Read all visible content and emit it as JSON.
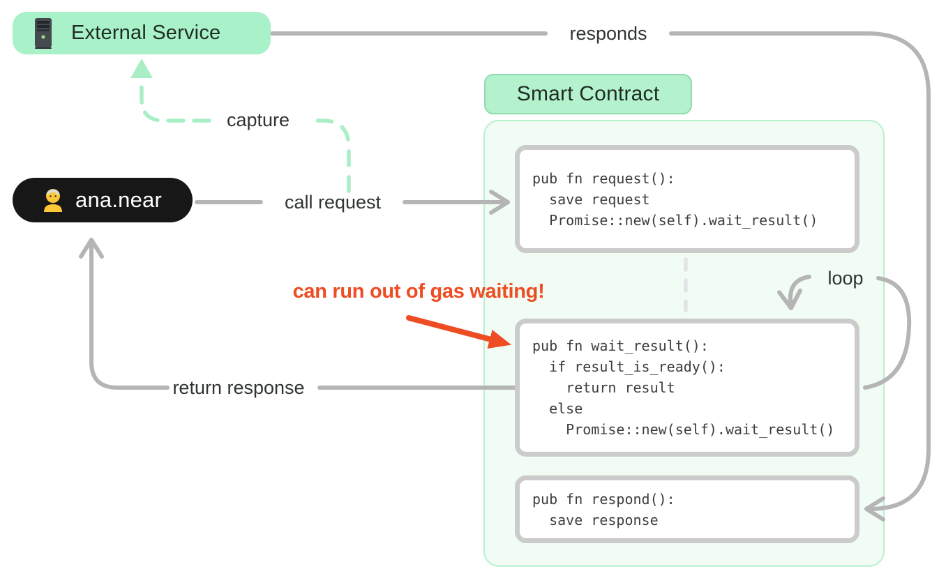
{
  "nodes": {
    "external_service": {
      "label": "External Service",
      "icon": "server-icon"
    },
    "user": {
      "label": "ana.near",
      "icon": "person-icon"
    },
    "smart_contract": {
      "label": "Smart Contract"
    }
  },
  "edges": {
    "responds": {
      "label": "responds"
    },
    "capture": {
      "label": "capture"
    },
    "call_request": {
      "label": "call request"
    },
    "return_response": {
      "label": "return response"
    },
    "loop": {
      "label": "loop"
    }
  },
  "annotations": {
    "gas_warning": {
      "label": "can run out of gas waiting!",
      "color": "#ee4c22"
    }
  },
  "code_blocks": [
    {
      "name": "request",
      "lines": [
        "pub fn request():",
        "  save request",
        "  Promise::new(self).wait_result()"
      ]
    },
    {
      "name": "wait_result",
      "lines": [
        "pub fn wait_result():",
        "  if result_is_ready():",
        "    return result",
        "  else",
        "    Promise::new(self).wait_result()"
      ]
    },
    {
      "name": "respond",
      "lines": [
        "pub fn respond():",
        "  save response"
      ]
    }
  ],
  "colors": {
    "node_green": "#a9f1c8",
    "contract_pill_green": "#b4f1cd",
    "contract_pill_border": "#8edcae",
    "container_fill": "#f0fcf4",
    "container_border": "#baefce",
    "line_gray": "#b5b5b5",
    "box_border": "#cbcbcb",
    "dashed_light": "#e3e3e3",
    "dash_green": "#a9eec5",
    "user_pill_black": "#171717",
    "warning_red": "#ee4c22",
    "label_dark": "#2f3432"
  }
}
